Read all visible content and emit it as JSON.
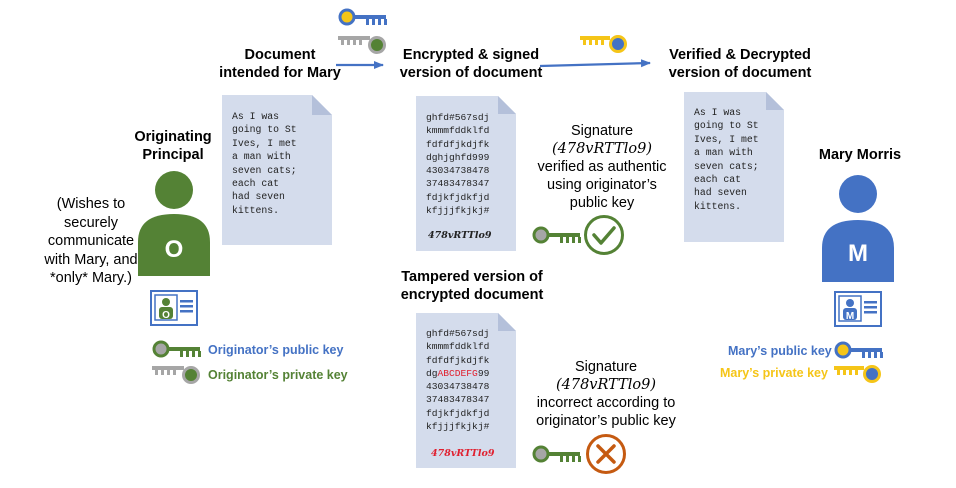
{
  "labels": {
    "document_intended": [
      "Document",
      "intended for Mary"
    ],
    "encrypted_signed": [
      "Encrypted & signed",
      "version of document"
    ],
    "verified_decrypted": [
      "Verified & Decrypted",
      "version of document"
    ],
    "originating_principal": [
      "Originating",
      "Principal"
    ],
    "wishes": [
      "(Wishes to",
      "securely",
      "communicate",
      "with Mary, and",
      "*only* Mary.)"
    ],
    "mary_morris": "Mary Morris",
    "tampered": [
      "Tampered version of",
      "encrypted document"
    ]
  },
  "documents": {
    "plaintext": "As I was\ngoing to St\nIves, I met\na man with\nseven cats;\neach cat\nhad seven\nkittens.",
    "encrypted": "ghfd#567sdj\nkmmmfddklfd\nfdfdfjkdjfk\ndghjghfd999\n43034738478\n37483478347\nfdjkfjdkfjd\nkfjjjfkjkj#",
    "signature": "478vRTTlo9",
    "tampered_lines": {
      "before": "ghfd#567sdj\nkmmmfddklfd\nfdfdfjkdjfk\ndg",
      "inserted": "ABCDEFG",
      "after": "99\n43034738478\n37483478347\nfdjkfjdkfjd\nkfjjjfkjkj#"
    }
  },
  "signature_ok": {
    "line1": "Signature",
    "sig": "(478vRTTlo9)",
    "rest": [
      "verified as authentic",
      "using originator’s",
      "public key"
    ]
  },
  "signature_bad": {
    "line1": "Signature",
    "sig": "(478vRTTlo9)",
    "rest": [
      "incorrect according to",
      "originator’s public key"
    ]
  },
  "avatars": {
    "originator_letter": "O",
    "mary_letter": "M"
  },
  "keys": {
    "originator_public": "Originator’s public key",
    "originator_private": "Originator’s private key",
    "mary_public": "Mary’s public key",
    "mary_private": "Mary’s private key"
  },
  "colors": {
    "green": "#548235",
    "blue": "#4472c4",
    "gold": "#f5c518",
    "gray": "#a6a6a6",
    "doc": "#d4dcec",
    "red": "#e0202f",
    "cross": "#c55a11"
  }
}
